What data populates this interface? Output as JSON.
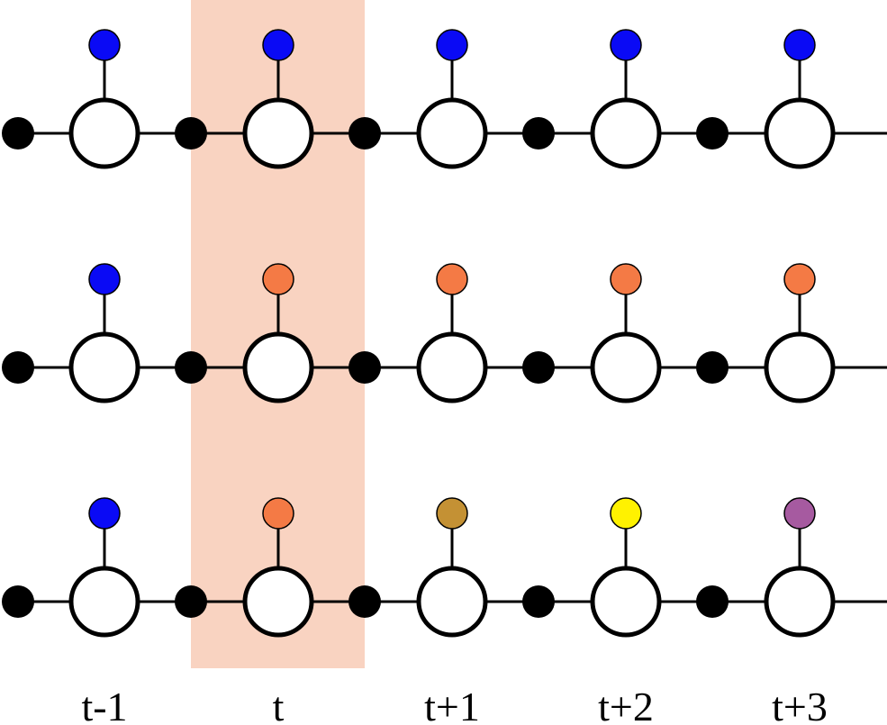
{
  "highlight_color": "#f9d3c1",
  "highlight_column": 1,
  "time_labels": [
    "t-1",
    "t",
    "t+1",
    "t+2",
    "t+3"
  ],
  "colors": {
    "blue": "#0a0af5",
    "orange": "#f47a45",
    "brown": "#c49134",
    "yellow": "#fff200",
    "purple": "#a65aa0",
    "node_fill": "#ffffff",
    "stroke": "#000000"
  },
  "rows": [
    {
      "top_colors": [
        "blue",
        "blue",
        "blue",
        "blue",
        "blue"
      ]
    },
    {
      "top_colors": [
        "blue",
        "orange",
        "orange",
        "orange",
        "orange"
      ]
    },
    {
      "top_colors": [
        "blue",
        "orange",
        "brown",
        "yellow",
        "purple"
      ]
    }
  ]
}
